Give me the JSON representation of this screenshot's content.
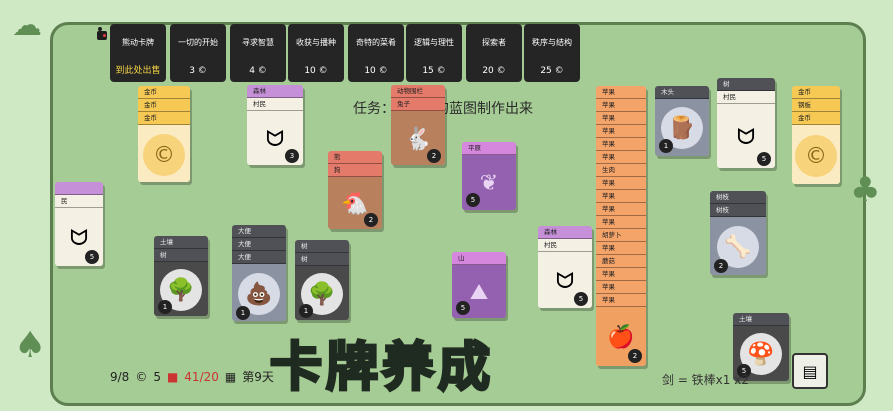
{
  "packs": [
    {
      "title": "熊动卡牌",
      "title2": "到此处出售",
      "price": "",
      "selected": true
    },
    {
      "title": "一切的开始",
      "price": "3 ©"
    },
    {
      "title": "寻求智慧",
      "price": "4 ©"
    },
    {
      "title": "收获与播种",
      "price": "10 ©"
    },
    {
      "title": "奇特的菜肴",
      "price": "10 ©"
    },
    {
      "title": "逻辑与理性",
      "price": "15 ©"
    },
    {
      "title": "探索者",
      "price": "20 ©"
    },
    {
      "title": "秩序与结构",
      "price": "25 ©"
    }
  ],
  "quest": "任务：",
  "quest_tail": "的蓝图制作出来",
  "cards": {
    "coins": [
      "金币",
      "金币",
      "金币"
    ],
    "villager1": {
      "top": "森林",
      "label": "村民",
      "count": "3"
    },
    "villager_left": {
      "label": "民",
      "count": "5"
    },
    "bear": {
      "top": "熊",
      "label": "狗",
      "count": "2"
    },
    "pen": {
      "top": "动物围栏",
      "label": "兔子",
      "count": "2"
    },
    "grass": {
      "top": "平原",
      "count": "5"
    },
    "villager2": {
      "top": "森林",
      "label": "村民",
      "count": "5"
    },
    "soil": {
      "top": "土壤",
      "label": "树",
      "count": "1"
    },
    "poop": {
      "labels": [
        "大便",
        "大便",
        "大便"
      ],
      "count": "1"
    },
    "tree": {
      "top": "树",
      "label": "树",
      "count": "1"
    },
    "mountain": {
      "top": "山",
      "count": "5"
    },
    "apples": [
      "苹果",
      "苹果",
      "苹果",
      "苹果",
      "苹果",
      "苹果",
      "生肉",
      "苹果",
      "苹果",
      "苹果",
      "苹果",
      "胡萝卜",
      "苹果",
      "蘑菇",
      "苹果",
      "苹果",
      "苹果"
    ],
    "apple_count": "2",
    "wood": {
      "top": "木头",
      "count": "1"
    },
    "villager3": {
      "top": "树",
      "label": "村民",
      "count": "5"
    },
    "stick": {
      "top": "树枝",
      "label": "树枝",
      "count": "2"
    },
    "rightcoins": [
      "金币",
      "钢板",
      "金币"
    ],
    "mushroom_soil": {
      "top": "土壤",
      "count": "5"
    }
  },
  "status": {
    "cards": "9/8",
    "coins": "5",
    "food": "41/20",
    "day": "第9天"
  },
  "banner": "卡牌养成",
  "sword": "剑 = 铁棒x1",
  "sword_tail": "x2"
}
